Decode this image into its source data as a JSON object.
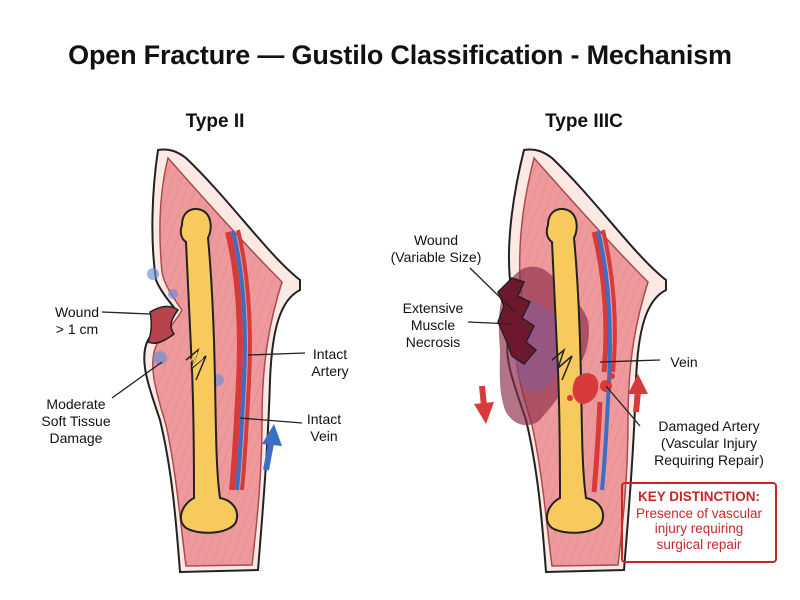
{
  "title": "Open Fracture — Gustilo Classification - Mechanism",
  "panels": [
    {
      "title": "Type II",
      "labels": {
        "wound": [
          "Wound",
          "> 1 cm"
        ],
        "soft_tissue": [
          "Moderate",
          "Soft Tissue",
          "Damage"
        ],
        "artery": [
          "Intact",
          "Artery"
        ],
        "vein": [
          "Intact",
          "Vein"
        ]
      }
    },
    {
      "title": "Type IIIC",
      "labels": {
        "wound": [
          "Wound",
          "(Variable Size)"
        ],
        "necrosis": [
          "Extensive",
          "Muscle",
          "Necrosis"
        ],
        "vein": [
          "Vein"
        ],
        "damaged_artery": [
          "Damaged Artery",
          "(Vascular Injury",
          "Requiring Repair)"
        ]
      }
    }
  ],
  "key_distinction": {
    "heading": "KEY DISTINCTION:",
    "lines": [
      "Presence of vascular",
      "injury requiring",
      "surgical repair"
    ]
  },
  "colors": {
    "muscle": "#ee9a9c",
    "bone": "#f8c95c",
    "artery": "#d63a3a",
    "vein": "#3a6fc4",
    "necrosis": "#8b2a48",
    "accent": "#c62828"
  }
}
